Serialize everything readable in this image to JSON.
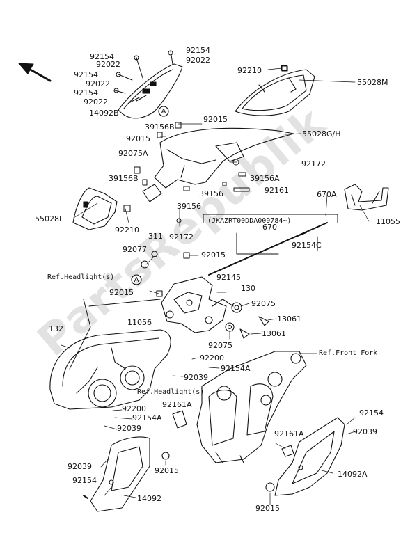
{
  "watermark": "PartsRepublik",
  "refs": {
    "headlight_1": "Ref.Headlight(s)",
    "headlight_2": "Ref.Headlight(s)",
    "front_fork": "Ref.Front Fork",
    "serial_note": "(JKAZRT00DDA009784~)"
  },
  "callouts": {
    "circle_a1": "A",
    "circle_a2": "A"
  },
  "parts": {
    "p92154_a": "92154",
    "p92022_a": "92022",
    "p92154_b": "92154",
    "p92022_b": "92022",
    "p92154_c": "92154",
    "p92022_c": "92022",
    "p92154_d": "92154",
    "p92022_d": "92022",
    "p14092B": "14092B",
    "p92210_a": "92210",
    "p55028M": "55028M",
    "p39156B_a": "39156B",
    "p92015_a": "92015",
    "p92015_b": "92015",
    "p55028GH": "55028G/H",
    "p92075A": "92075A",
    "p92172_a": "92172",
    "p39156B_b": "39156B",
    "p39156A": "39156A",
    "p39156_a": "39156",
    "p92161_a": "92161",
    "p39156_b": "39156",
    "p670A": "670A",
    "p55028I": "55028I",
    "p92210_b": "92210",
    "p92172_b": "92172",
    "p11055": "11055",
    "p670": "670",
    "p92154C": "92154C",
    "p311": "311",
    "p92077": "92077",
    "p92015_c": "92015",
    "p92145": "92145",
    "p130": "130",
    "p92015_d": "92015",
    "p92075_a": "92075",
    "p11056": "11056",
    "p13061_a": "13061",
    "p132": "132",
    "p13061_b": "13061",
    "p92075_b": "92075",
    "p92200_a": "92200",
    "p92154A_a": "92154A",
    "p92039_a": "92039",
    "p92200_b": "92200",
    "p92154A_b": "92154A",
    "p92039_b": "92039",
    "p92161A_a": "92161A",
    "p92154_e": "92154",
    "p92161A_b": "92161A",
    "p92039_c": "92039",
    "p92039_d": "92039",
    "p92154_f": "92154",
    "p92015_e": "92015",
    "p14092A": "14092A",
    "p14092": "14092",
    "p92015_f": "92015"
  }
}
